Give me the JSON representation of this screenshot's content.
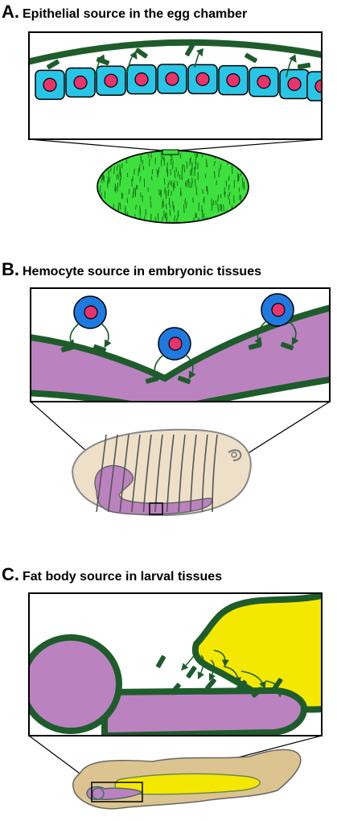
{
  "panels": [
    {
      "letter": "A.",
      "title": "Epithelial source in the egg chamber"
    },
    {
      "letter": "B.",
      "title": "Hemocyte source in embryonic tissues"
    },
    {
      "letter": "C.",
      "title": "Fat body source in larval tissues"
    }
  ],
  "colors": {
    "outline_dark_green": "#1e5c2c",
    "ligand_green": "#1e5c2c",
    "epithelial_cell": "#29c5e6",
    "nucleus": "#e8336b",
    "egg_chamber": "#3ee03e",
    "hemocyte": "#1f7ae0",
    "tissue_purple": "#bb82c0",
    "embryo": "#eee0c8",
    "fat_body": "#f5e800",
    "larva": "#dcc490"
  }
}
